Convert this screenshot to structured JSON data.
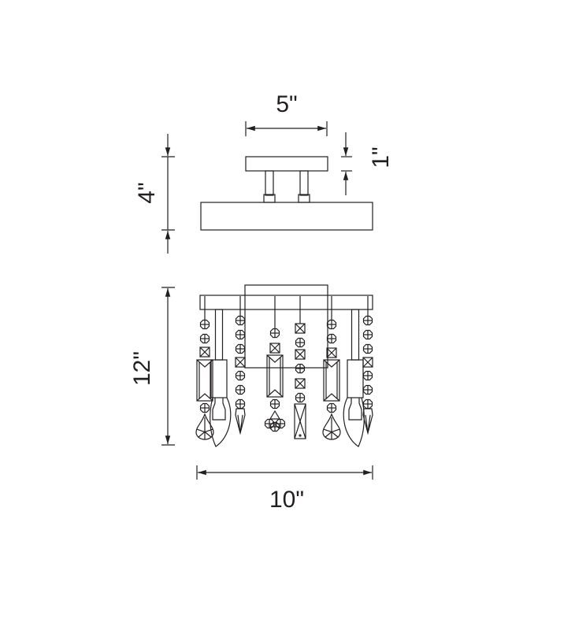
{
  "top_view": {
    "width_label": "5\"",
    "height_label": "4\"",
    "plate_label": "1\""
  },
  "front_view": {
    "height_label": "12\"",
    "width_label": "10\""
  },
  "colors": {
    "line": "#231f20",
    "background": "#ffffff"
  }
}
